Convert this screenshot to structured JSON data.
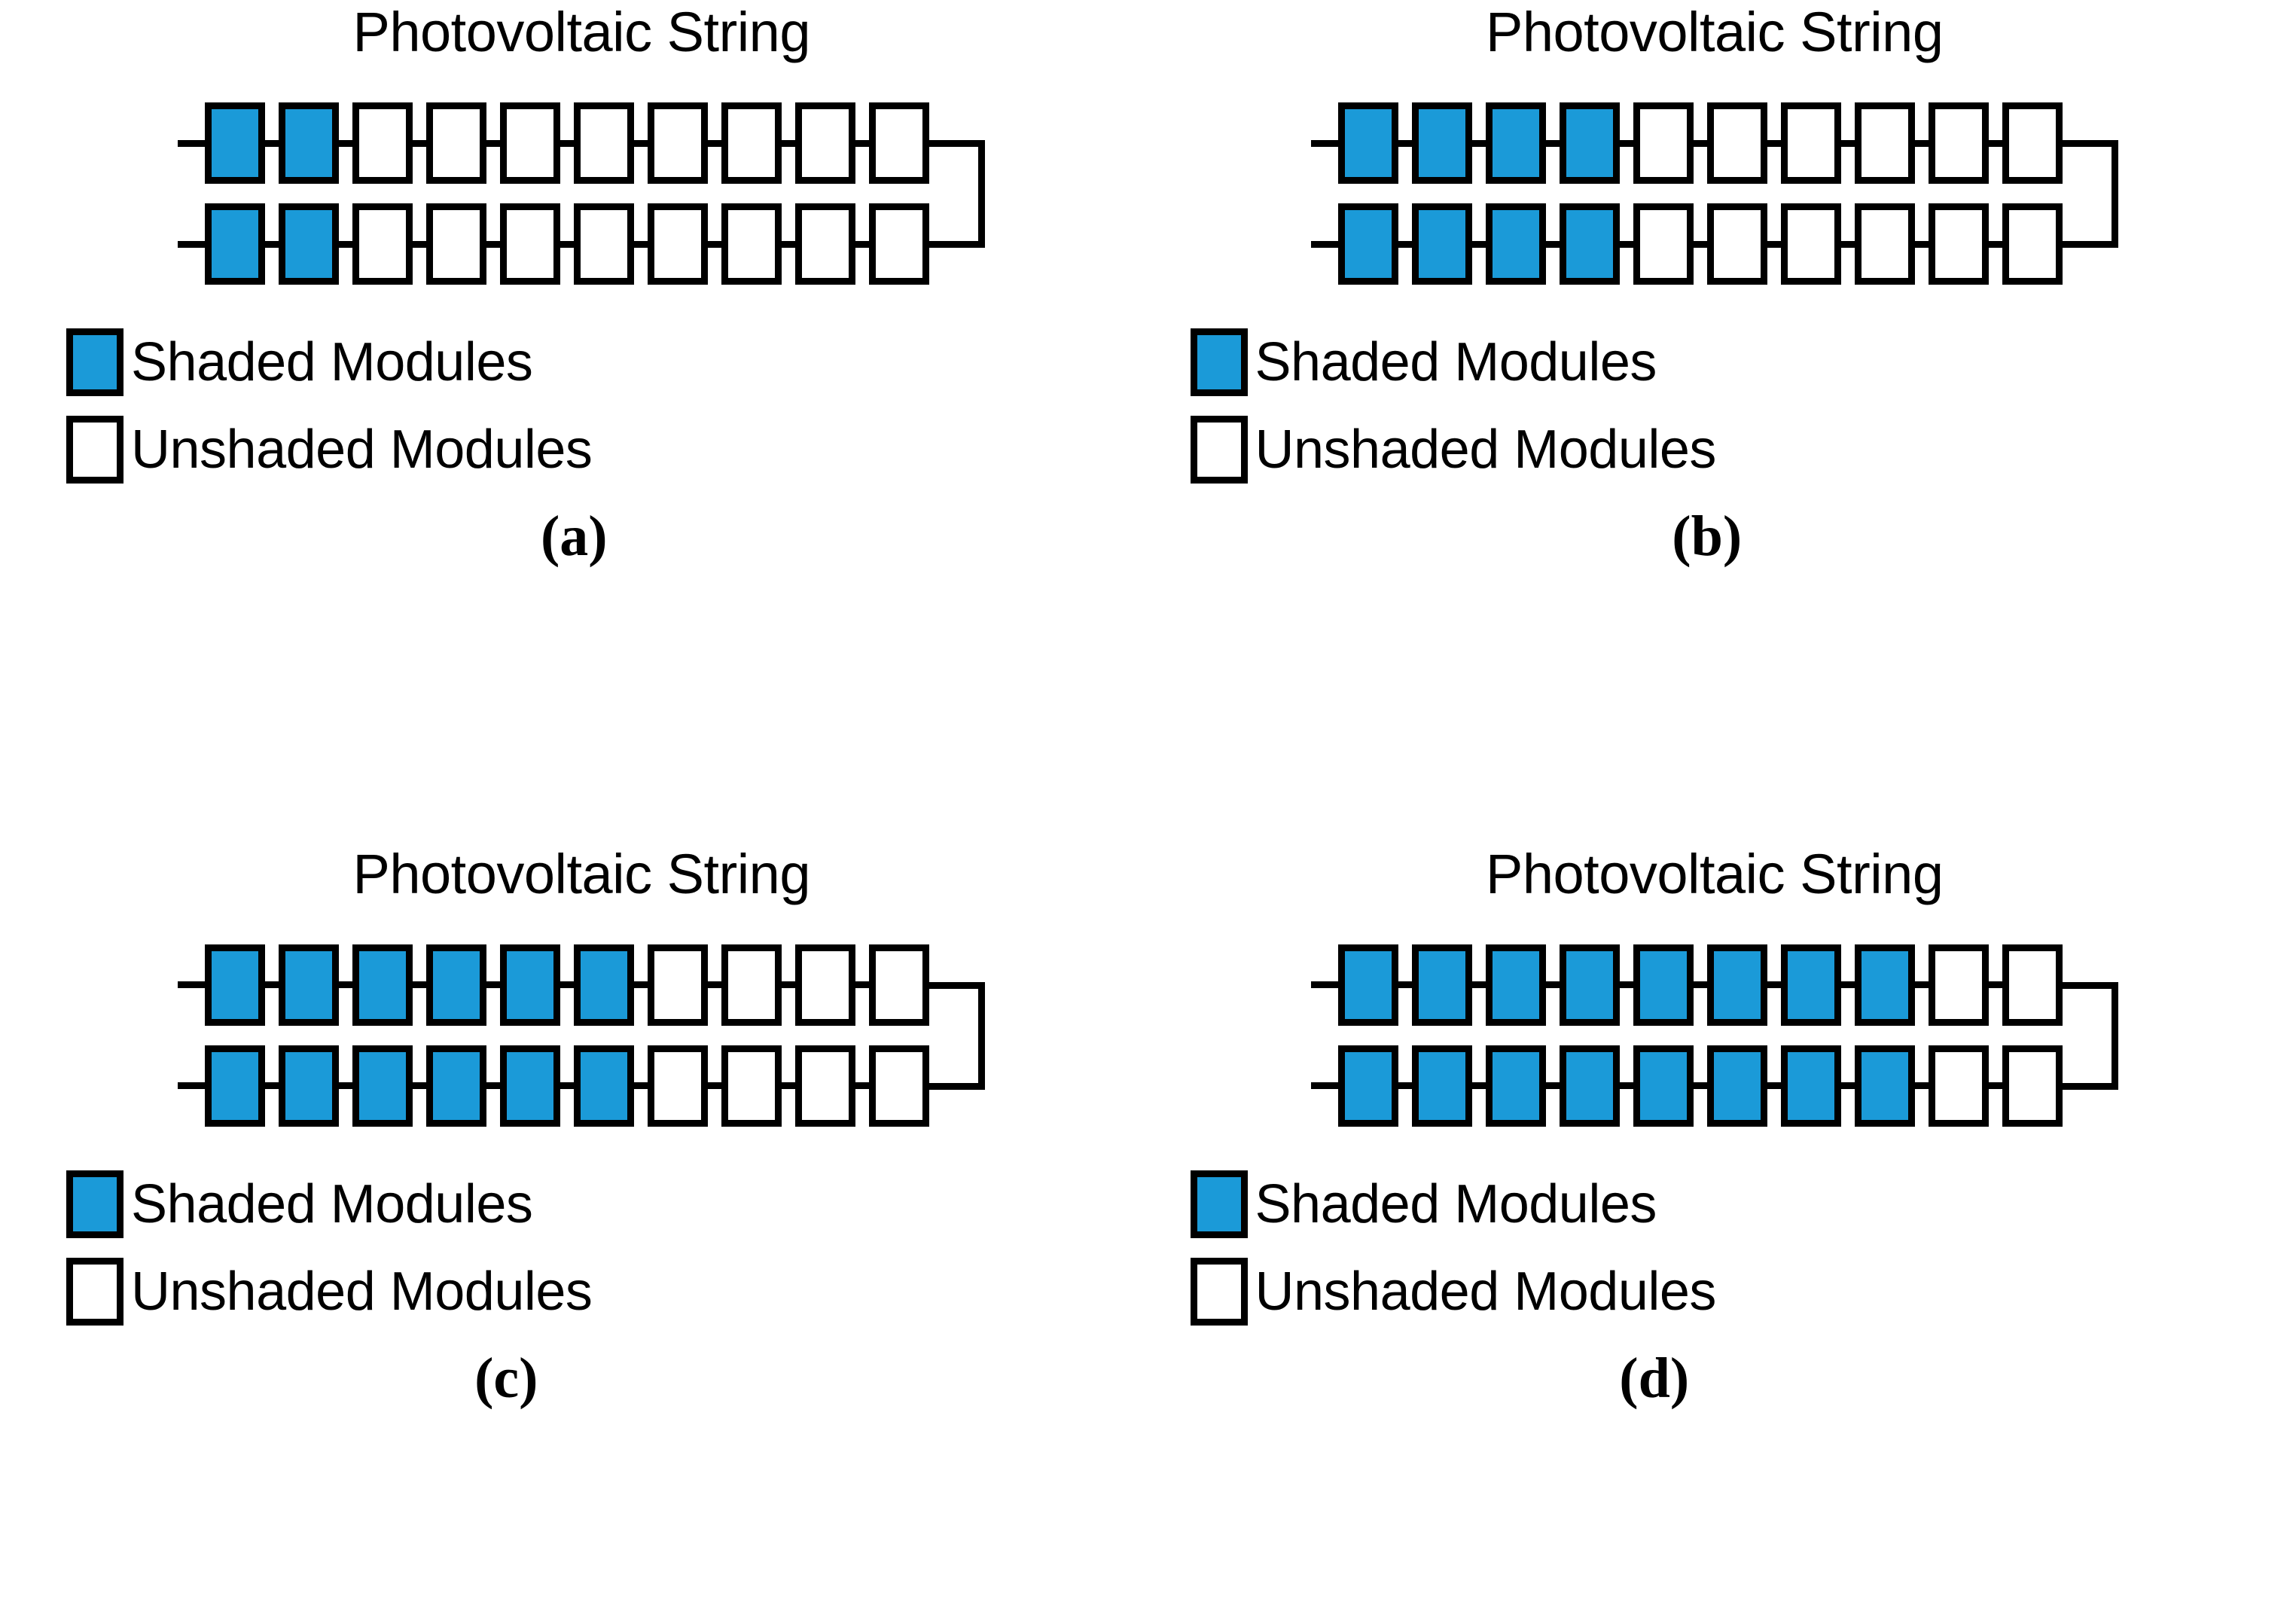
{
  "figure": {
    "background_color": "#FFFFFF",
    "shaded_color": "#1B9AD8",
    "unshaded_color": "#FFFFFF",
    "outline_color": "#000000"
  },
  "chart_data": {
    "type": "diagram",
    "title": "Photovoltaic string shading scenarios",
    "description": "Four photovoltaic string configurations, each with two parallel rows of 10 series-connected modules joined by a return conductor at the right end. Shaded modules are filled blue, unshaded modules are white.",
    "modules_per_row": 10,
    "rows_per_string": 2,
    "panels": [
      {
        "id": "a",
        "caption": "(a)",
        "title": "Photovoltaic String",
        "shaded_per_row": 2,
        "unshaded_per_row": 8,
        "total_modules": 20,
        "total_shaded": 4,
        "shaded_fraction_percent": 20,
        "row_pattern": [
          "shaded",
          "shaded",
          "unshaded",
          "unshaded",
          "unshaded",
          "unshaded",
          "unshaded",
          "unshaded",
          "unshaded",
          "unshaded"
        ]
      },
      {
        "id": "b",
        "caption": "(b)",
        "title": "Photovoltaic String",
        "shaded_per_row": 4,
        "unshaded_per_row": 6,
        "total_modules": 20,
        "total_shaded": 8,
        "shaded_fraction_percent": 40,
        "row_pattern": [
          "shaded",
          "shaded",
          "shaded",
          "shaded",
          "unshaded",
          "unshaded",
          "unshaded",
          "unshaded",
          "unshaded",
          "unshaded"
        ]
      },
      {
        "id": "c",
        "caption": "(c)",
        "title": "Photovoltaic String",
        "shaded_per_row": 6,
        "unshaded_per_row": 4,
        "total_modules": 20,
        "total_shaded": 12,
        "shaded_fraction_percent": 60,
        "row_pattern": [
          "shaded",
          "shaded",
          "shaded",
          "shaded",
          "shaded",
          "shaded",
          "unshaded",
          "unshaded",
          "unshaded",
          "unshaded"
        ]
      },
      {
        "id": "d",
        "caption": "(d)",
        "title": "Photovoltaic String",
        "shaded_per_row": 8,
        "unshaded_per_row": 2,
        "total_modules": 20,
        "total_shaded": 16,
        "shaded_fraction_percent": 80,
        "row_pattern": [
          "shaded",
          "shaded",
          "shaded",
          "shaded",
          "shaded",
          "shaded",
          "shaded",
          "shaded",
          "unshaded",
          "unshaded"
        ]
      }
    ],
    "legend": {
      "entries": [
        {
          "label": "Shaded Modules",
          "color": "#1B9AD8"
        },
        {
          "label": "Unshaded Modules",
          "color": "#FFFFFF"
        }
      ]
    }
  },
  "panels": {
    "a": {
      "title": "Photovoltaic String",
      "caption": "(a)",
      "legend": {
        "shaded_label": "Shaded Modules",
        "unshaded_label": "Unshaded Modules"
      }
    },
    "b": {
      "title": "Photovoltaic String",
      "caption": "(b)",
      "legend": {
        "shaded_label": "Shaded Modules",
        "unshaded_label": "Unshaded Modules"
      }
    },
    "c": {
      "title": "Photovoltaic String",
      "caption": "(c)",
      "legend": {
        "shaded_label": "Shaded Modules",
        "unshaded_label": "Unshaded Modules"
      }
    },
    "d": {
      "title": "Photovoltaic String",
      "caption": "(d)",
      "legend": {
        "shaded_label": "Shaded Modules",
        "unshaded_label": "Unshaded Modules"
      }
    }
  }
}
